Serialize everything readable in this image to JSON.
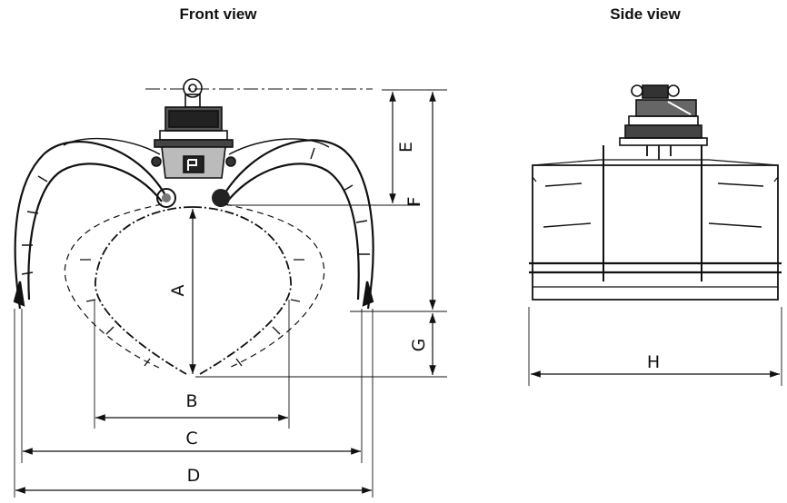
{
  "front_view": {
    "title": "Front view",
    "labels": {
      "A": "A",
      "B": "B",
      "C": "C",
      "D": "D",
      "E": "E",
      "F": "F",
      "G": "G"
    }
  },
  "side_view": {
    "title": "Side view",
    "labels": {
      "H": "H"
    }
  }
}
